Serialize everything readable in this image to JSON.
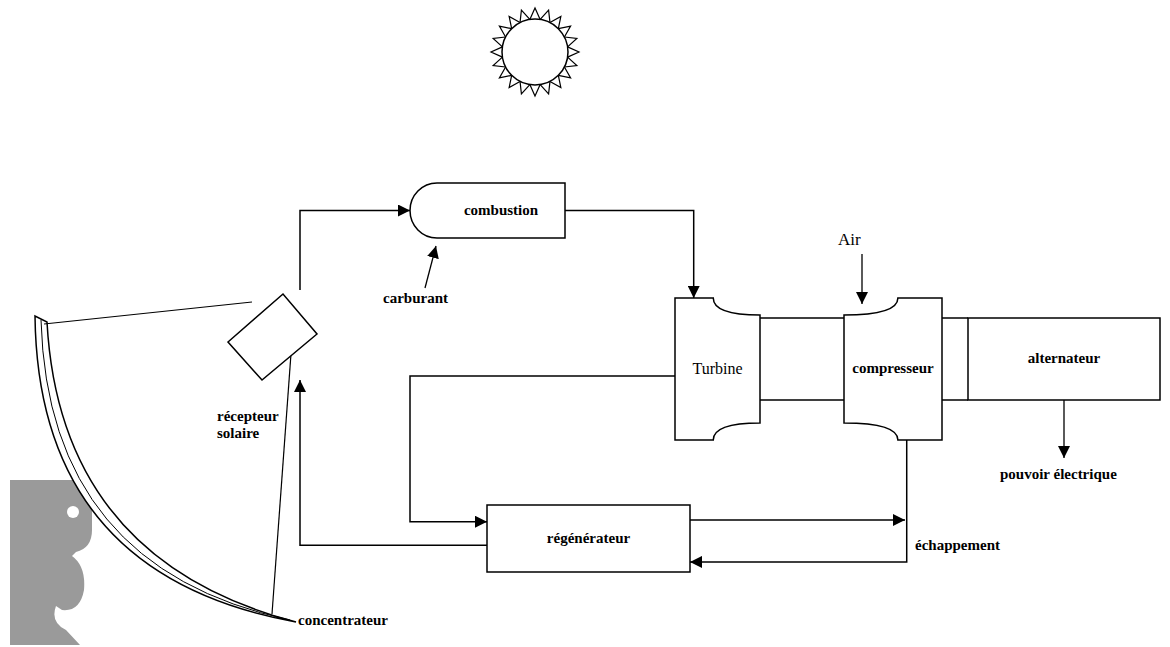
{
  "diagram": {
    "nodes": [
      {
        "text": [
          "combustion"
        ]
      },
      {
        "text": [
          "récepteur solaire"
        ]
      },
      {
        "text": [
          "Turbine"
        ]
      },
      {
        "text": [
          "compresseur"
        ]
      },
      {
        "text": [
          "alternateur"
        ]
      },
      {
        "text": [
          "régénérateur"
        ]
      }
    ],
    "edges": [
      {
        "from": 1,
        "to": 0,
        "arrow": "to"
      },
      {
        "from": 0,
        "to": 2,
        "arrow": "to"
      },
      {
        "from": 2,
        "to": 5,
        "arrow": "to"
      },
      {
        "from": 3,
        "to": 5,
        "arrow": "to"
      },
      {
        "from": 5,
        "to": 1,
        "arrow": "to"
      },
      {
        "from": 2,
        "to": 3,
        "arrow": "none"
      },
      {
        "from": 3,
        "to": 4,
        "arrow": "none"
      }
    ],
    "labels": [
      "carburant",
      "Air",
      "pouvoir électrique",
      "échappement",
      "concentrateur"
    ]
  }
}
